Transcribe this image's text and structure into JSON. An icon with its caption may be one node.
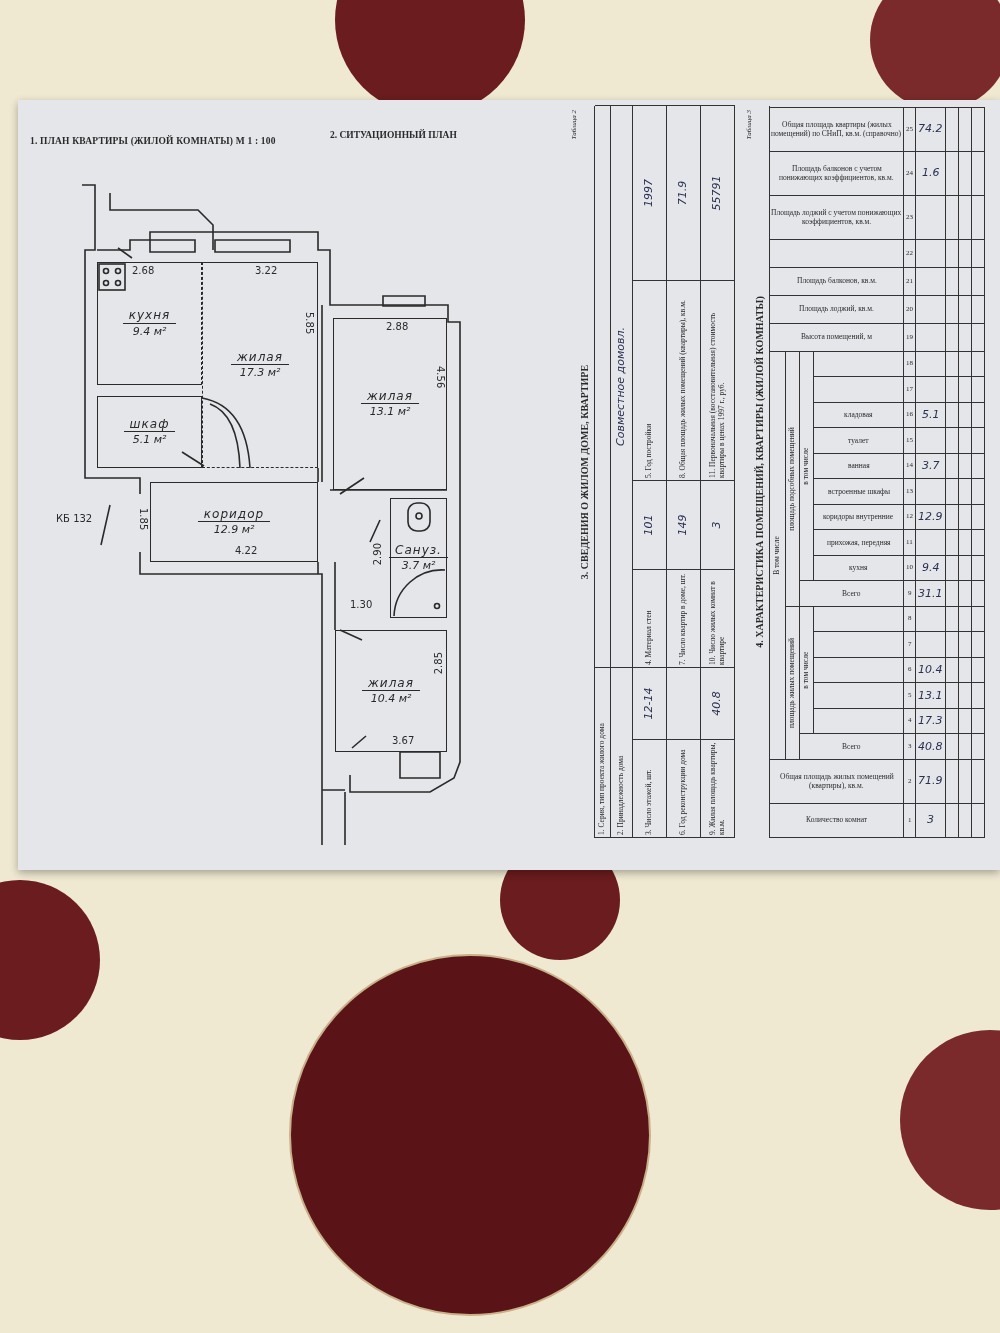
{
  "diagram": {
    "title": "1. ПЛАН КВАРТИРЫ (ЖИЛОЙ КОМНАТЫ) М 1 : 100",
    "nodes": [
      {
        "text": [
          "кухня",
          "9.4 м²"
        ]
      },
      {
        "text": [
          "жилая",
          "17.3 м²"
        ]
      },
      {
        "text": [
          "шкаф",
          "5.1 м²"
        ]
      },
      {
        "text": [
          "жилая",
          "13.1 м²"
        ]
      },
      {
        "text": [
          "коридор",
          "12.9 м²"
        ]
      },
      {
        "text": [
          "Сануз.",
          "3.7 м²"
        ]
      },
      {
        "text": [
          "жилая",
          "10.4 м²"
        ]
      }
    ],
    "labels": [
      "2. СИТУАЦИОННЫЙ ПЛАН",
      "2.68",
      "3.22",
      "5.85",
      "2.88",
      "4.56",
      "КБ 132",
      "1.85",
      "4.22",
      "2.90",
      "1.30",
      "2.85",
      "3.67",
      "Таблица 2",
      "3. СВЕДЕНИЯ О ЖИЛОМ ДОМЕ, КВАРТИРЕ",
      "1. Серия, тип проекта жилого дома",
      "2. Принадлежность дома",
      "Совместное домовл.",
      "3. Число этажей, шт.",
      "12-14",
      "4. Материал стен",
      "101",
      "5. Год постройки",
      "1997",
      "6. Год реконструкции дома",
      "7. Число квартир в доме, шт.",
      "149",
      "8. Общая площадь жилых помещений (квартиры), кв.м.",
      "71.9",
      "9. Жилая площадь квартиры, кв.м.",
      "40.8",
      "10. Число жилых комнат в квартире",
      "3",
      "11. Первоначальная (восстановительная) стоимость квартиры в ценах 1997 г., руб.",
      "55791",
      "Таблица 3",
      "4. ХАРАКТЕРИСТИКА ПОМЕЩЕНИЙ, КВАРТИРЫ (ЖИЛОЙ КОМНАТЫ)",
      "Количество комнат",
      "Общая площадь жилых помещений (квартиры), кв.м.",
      "В том числе",
      "Высота помещений, м",
      "Площадь лоджий, кв.м.",
      "Площадь балконов, кв.м.",
      "Площадь лоджий с учетом понижающих коэффициентов, кв.м.",
      "Площадь балконов с учетом понижающих коэффициентов, кв.м.",
      "Общая площадь квартиры (жилых помещений) по СНиП, кв.м. (справочно)",
      "площадь жилых помещений",
      "площадь подсобных помещений",
      "Всего",
      "в том числе",
      "Всего",
      "в том числе",
      "кухня",
      "прихожая, передняя",
      "коридоры внутренние",
      "встроенные шкафы",
      "ванная",
      "туалет",
      "кладовая",
      "1",
      "2",
      "3",
      "4",
      "5",
      "6",
      "7",
      "8",
      "9",
      "10",
      "11",
      "12",
      "13",
      "14",
      "15",
      "16",
      "17",
      "18",
      "19",
      "20",
      "21",
      "22",
      "23",
      "24",
      "25",
      "3",
      "71.9",
      "40.8",
      "17.3",
      "13.1",
      "10.4",
      "31.1",
      "9.4",
      "12.9",
      "3.7",
      "5.1",
      "1.6",
      "74.2"
    ]
  }
}
